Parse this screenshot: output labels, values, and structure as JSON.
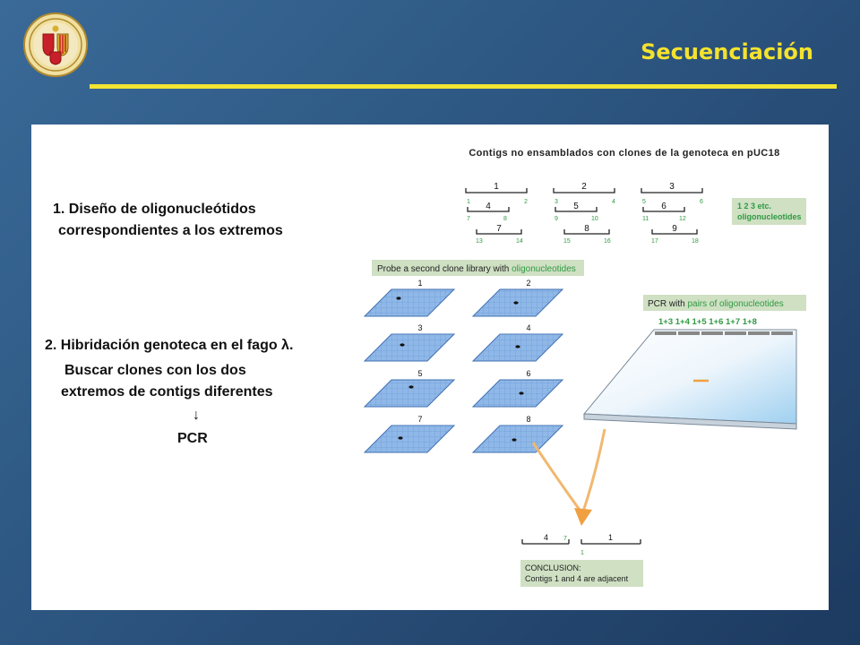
{
  "slide": {
    "title": "Secuenciación",
    "colors": {
      "title": "#f4e22e",
      "title_bar": "#f2e533"
    }
  },
  "left": {
    "step1_line1": "1. Diseño de oligonucleótidos",
    "step1_line2": "correspondientes a los extremos",
    "step2_line1": "2. Hibridación genoteca en el fago λ.",
    "step2_line2": "Buscar clones con los dos",
    "step2_line3": "extremos de contigs diferentes",
    "arrow": "↓",
    "pcr": "PCR"
  },
  "figure": {
    "caption": "Contigs no ensamblados con clones de la genoteca en pUC18",
    "contigs": [
      {
        "number": "1",
        "ends": [
          "1",
          "2"
        ],
        "clones": [
          {
            "number": "4",
            "ends": [
              "7",
              "8"
            ]
          },
          {
            "number": "7",
            "ends": [
              "13",
              "14"
            ]
          }
        ]
      },
      {
        "number": "2",
        "ends": [
          "3",
          "4"
        ],
        "clones": [
          {
            "number": "5",
            "ends": [
              "9",
              "10"
            ]
          },
          {
            "number": "8",
            "ends": [
              "15",
              "16"
            ]
          }
        ]
      },
      {
        "number": "3",
        "ends": [
          "5",
          "6"
        ],
        "clones": [
          {
            "number": "6",
            "ends": [
              "11",
              "12"
            ]
          },
          {
            "number": "9",
            "ends": [
              "17",
              "18"
            ]
          }
        ]
      }
    ],
    "oligo_box": {
      "line1": "1  2  3  etc.",
      "line2": "oligonucleotides"
    },
    "probe_box": {
      "text": "Probe a second clone library with ",
      "highlight": "oligonucleotides"
    },
    "filters": [
      "1",
      "2",
      "3",
      "4",
      "5",
      "6",
      "7",
      "8"
    ],
    "pcr_box": {
      "text": "PCR with ",
      "highlight": "pairs of oligonucleotides"
    },
    "pcr_lanes": "1+3  1+4  1+5  1+6  1+7  1+8",
    "conclusion": {
      "left_contig": "4",
      "left_end": "7",
      "right_contig": "1",
      "right_end": "1",
      "line1": "CONCLUSION:",
      "line2": "Contigs 1 and 4 are adjacent"
    },
    "colors": {
      "box": "#cfe0c3",
      "highlight": "#2f9a43",
      "filter": "#8fb8e8",
      "arrow": "#f0a040",
      "band": "#f0a040"
    }
  }
}
